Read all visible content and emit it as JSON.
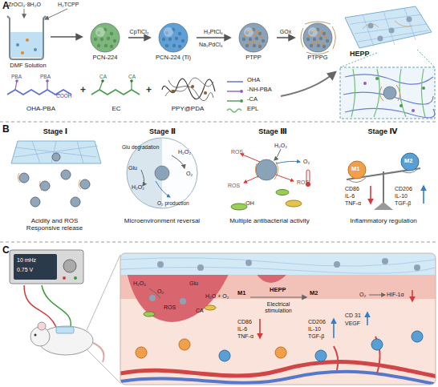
{
  "diagram": {
    "nodes": [
      {
        "text": [
          "DMF Solution"
        ]
      },
      {
        "text": [
          "PCN-224"
        ]
      },
      {
        "text": [
          "PCN-224 (Ti)"
        ]
      },
      {
        "text": [
          "PTPP"
        ]
      },
      {
        "text": [
          "PTPPG"
        ]
      },
      {
        "text": [
          "HEPP"
        ]
      },
      {
        "text": [
          "OHA-PBA"
        ]
      },
      {
        "text": [
          "EC"
        ]
      },
      {
        "text": [
          "PPY@PDA"
        ]
      },
      {
        "text": [
          "10 mHz",
          "0.75 V"
        ]
      }
    ],
    "edges": [
      {
        "from": 0,
        "to": 1,
        "arrow": "to"
      },
      {
        "from": 1,
        "to": 2,
        "label": "CpTiCl₂",
        "arrow": "to"
      },
      {
        "from": 2,
        "to": 3,
        "label": "H₂PtCl₆",
        "arrow": "to"
      },
      {
        "from": 3,
        "to": 4,
        "label": "GOx",
        "arrow": "to"
      }
    ],
    "labels": [
      "A",
      "ZrOCl₂·8H₂O",
      "H₂TCPP",
      "Na₂PdCl₄",
      "PBA",
      "PBA",
      "COOH",
      "+",
      "CA",
      "CA",
      "+",
      "B",
      "Stage Ⅰ",
      "Stage Ⅱ",
      "Stage Ⅲ",
      "Stage Ⅳ",
      "Glu degradation",
      "H₂O₂",
      "Glu",
      "H₂O₂",
      "O₂",
      "O₂ production",
      "ROS",
      "H₂O₂",
      "O₂",
      "ROS",
      "ROS",
      "·OH",
      "M1",
      "M2",
      "CD86",
      "IL-6",
      "TNF-α",
      "CD206",
      "IL-10",
      "TGF-β",
      "Acidity and ROS Responsive release",
      "Microenvironment reversal",
      "Multiple antibacterial activity",
      "Inflammatory regulation",
      "C",
      "H₂O₂",
      "O₂",
      "Glu",
      "ROS",
      "CA",
      "H₂O + O₂",
      "M1",
      "HEPP",
      "M2",
      "Electrical stimulation",
      "CD86",
      "IL-6",
      "TNF-α",
      "CD206",
      "IL-10",
      "TGF-β",
      "O₂",
      "HIF-1α",
      "CD 31",
      "VEGF"
    ],
    "legend": [
      {
        "text": "OHA"
      },
      {
        "text": "-NH-PBA"
      },
      {
        "text": "-CA"
      },
      {
        "text": "EPL"
      }
    ]
  }
}
